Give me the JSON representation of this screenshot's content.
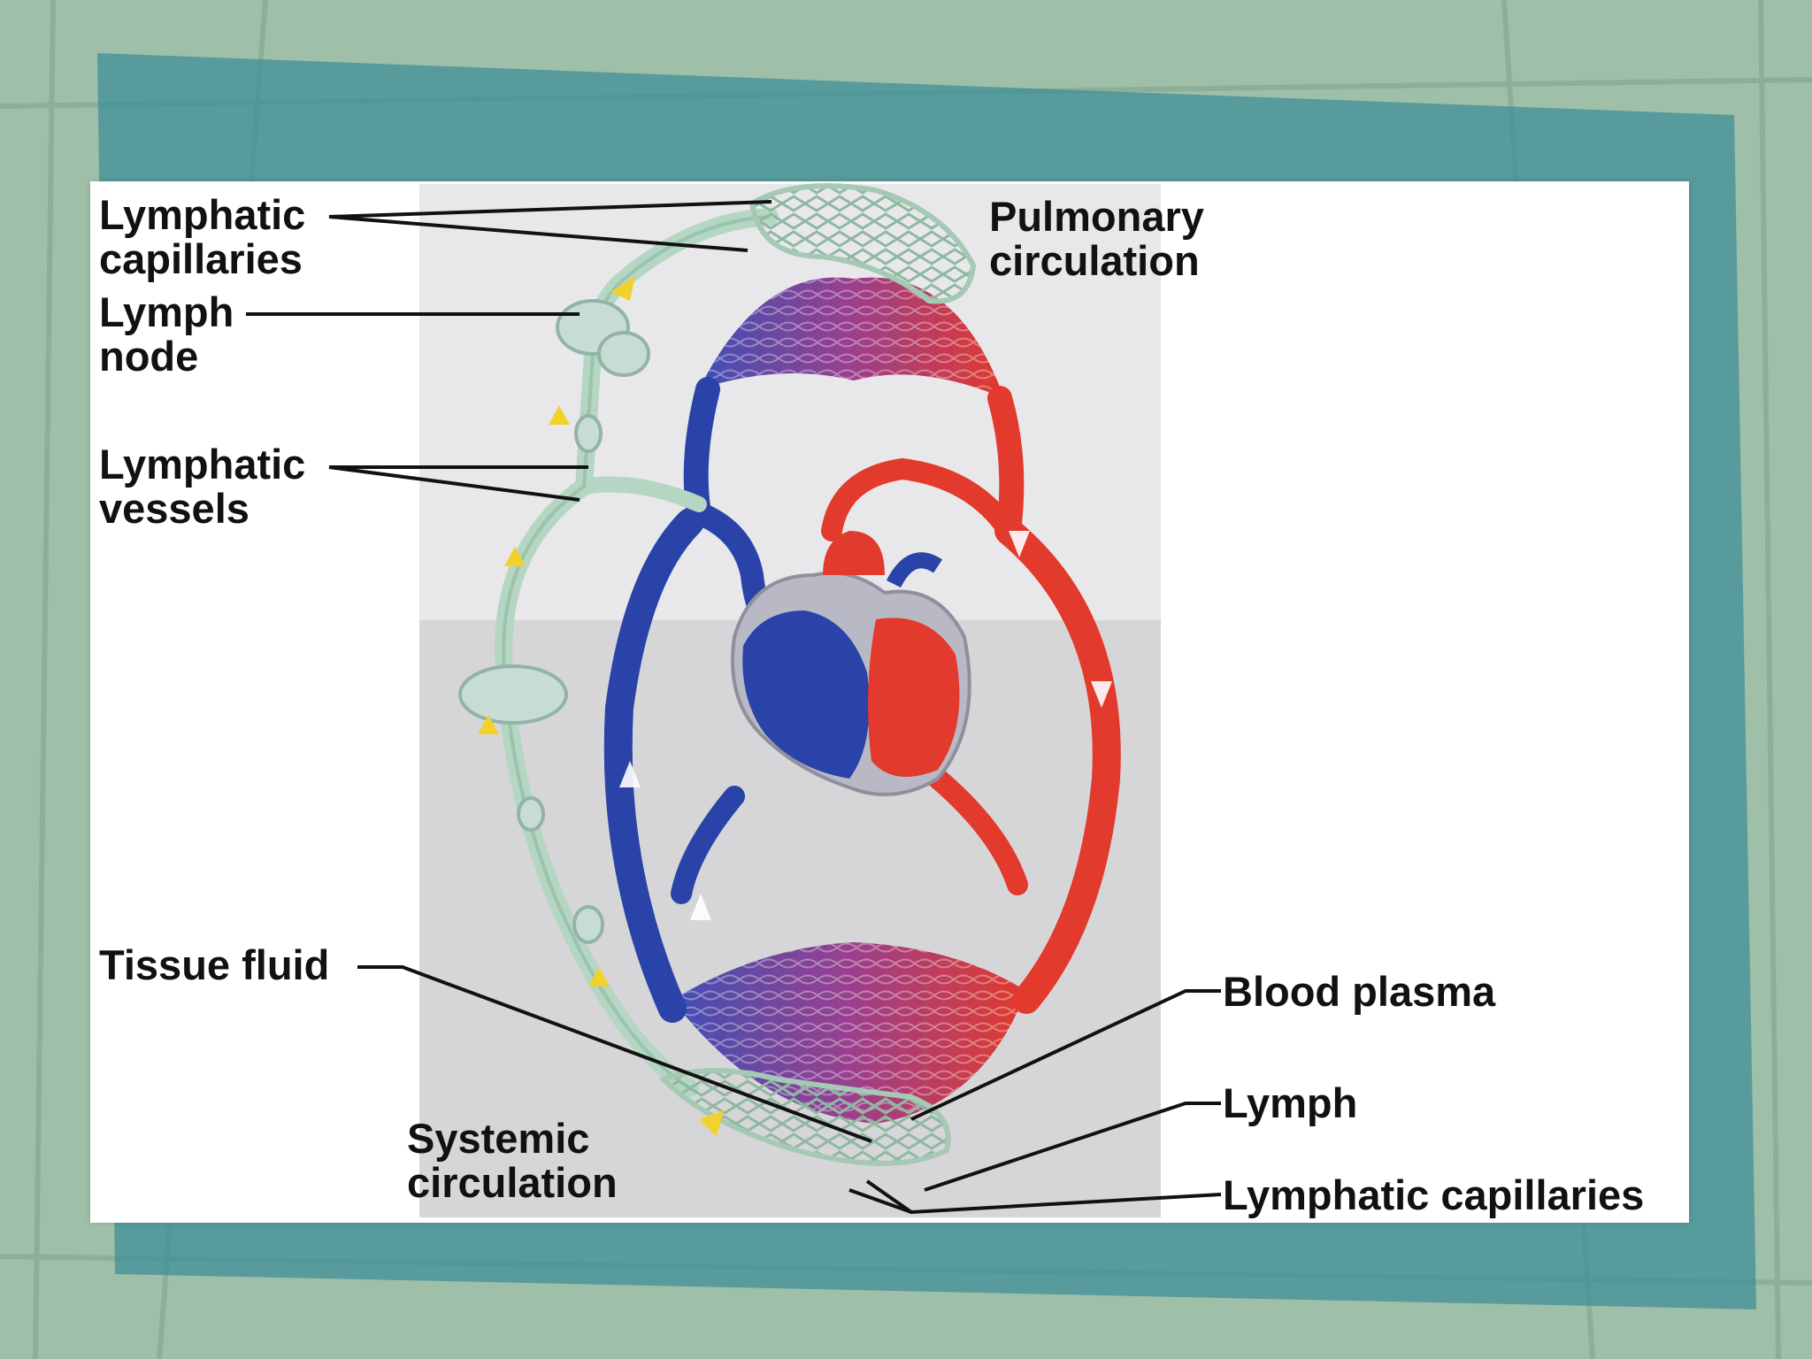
{
  "labels": {
    "lymphatic_capillaries_top": "Lymphatic\ncapillaries",
    "lymph_node": "Lymph\nnode",
    "lymphatic_vessels": "Lymphatic\nvessels",
    "tissue_fluid": "Tissue fluid",
    "pulmonary_circulation": "Pulmonary\ncirculation",
    "systemic_circulation": "Systemic\ncirculation",
    "blood_plasma": "Blood plasma",
    "lymph": "Lymph",
    "lymphatic_capillaries_bottom": "Lymphatic capillaries"
  },
  "colors": {
    "oxygenated_blood": "#e23a2c",
    "deoxygenated_blood": "#2a43a8",
    "capillary_mix": "#9a3f8e",
    "lymph_vessel": "#b4d6c2",
    "lymph_flow_arrow": "#f2d22a",
    "panel_upper": "#e8e8ea",
    "panel_lower": "#d6d6d8",
    "background_green": "#9fbfa8",
    "background_teal": "#3f8f98"
  }
}
